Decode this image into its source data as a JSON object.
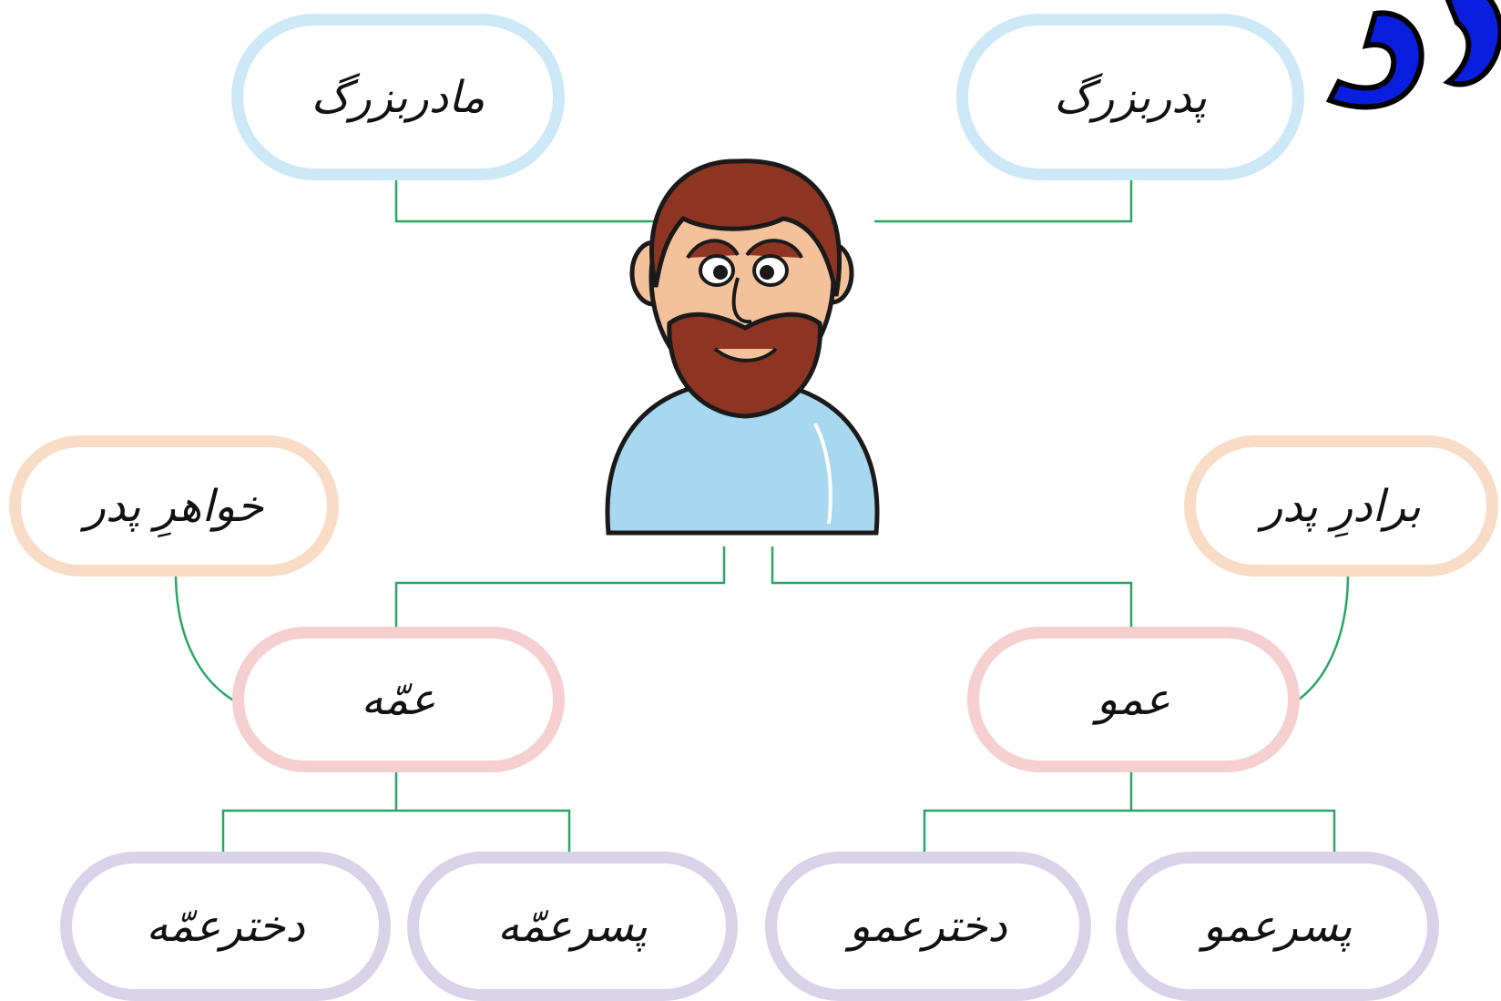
{
  "nodes": {
    "grandmother": "مادربزرگ",
    "grandfather": "پدربزرگ",
    "fathers_sister": "خواهرِ پدر",
    "fathers_brother": "برادرِ پدر",
    "amme": "عمّه",
    "amoo": "عمو",
    "amme_daughter": "دخترعمّه",
    "amme_son": "پسرعمّه",
    "amoo_daughter": "دخترعمو",
    "amoo_son": "پسرعمو"
  },
  "colors": {
    "grandparents_border": "#cde8f7",
    "parent_siblings_border": "#f9dcc6",
    "aunt_uncle_border": "#f6d0d0",
    "cousins_border": "#d8d3e9",
    "connector": "#2aa566",
    "corner_glyph": "#0a1ee0"
  },
  "icons": {
    "center": "man-portrait-icon",
    "corner": "corner-letter-glyph"
  }
}
